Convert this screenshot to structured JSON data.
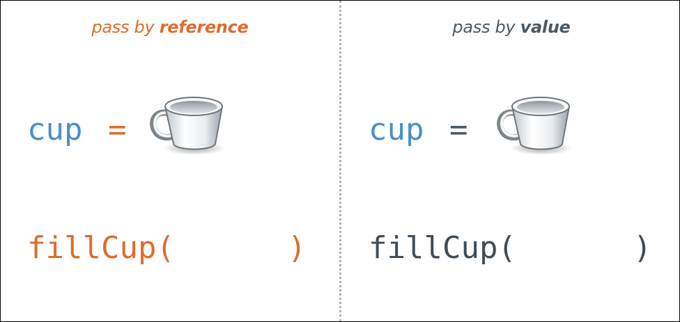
{
  "left": {
    "heading_normal": "pass by ",
    "heading_strong": "reference",
    "var_name": "cup",
    "equals": "=",
    "fn_call": "fillCup(",
    "close_paren": ")",
    "cup_icon": "coffee-cup-icon"
  },
  "right": {
    "heading_normal": "pass by ",
    "heading_strong": "value",
    "var_name": "cup",
    "equals": "=",
    "fn_call": "fillCup(",
    "close_paren": ")",
    "cup_icon": "coffee-cup-icon"
  },
  "colors": {
    "reference_accent": "#e06c2c",
    "value_accent": "#4a5a66",
    "variable_blue": "#4a90c8",
    "divider": "#b0b0b0"
  }
}
